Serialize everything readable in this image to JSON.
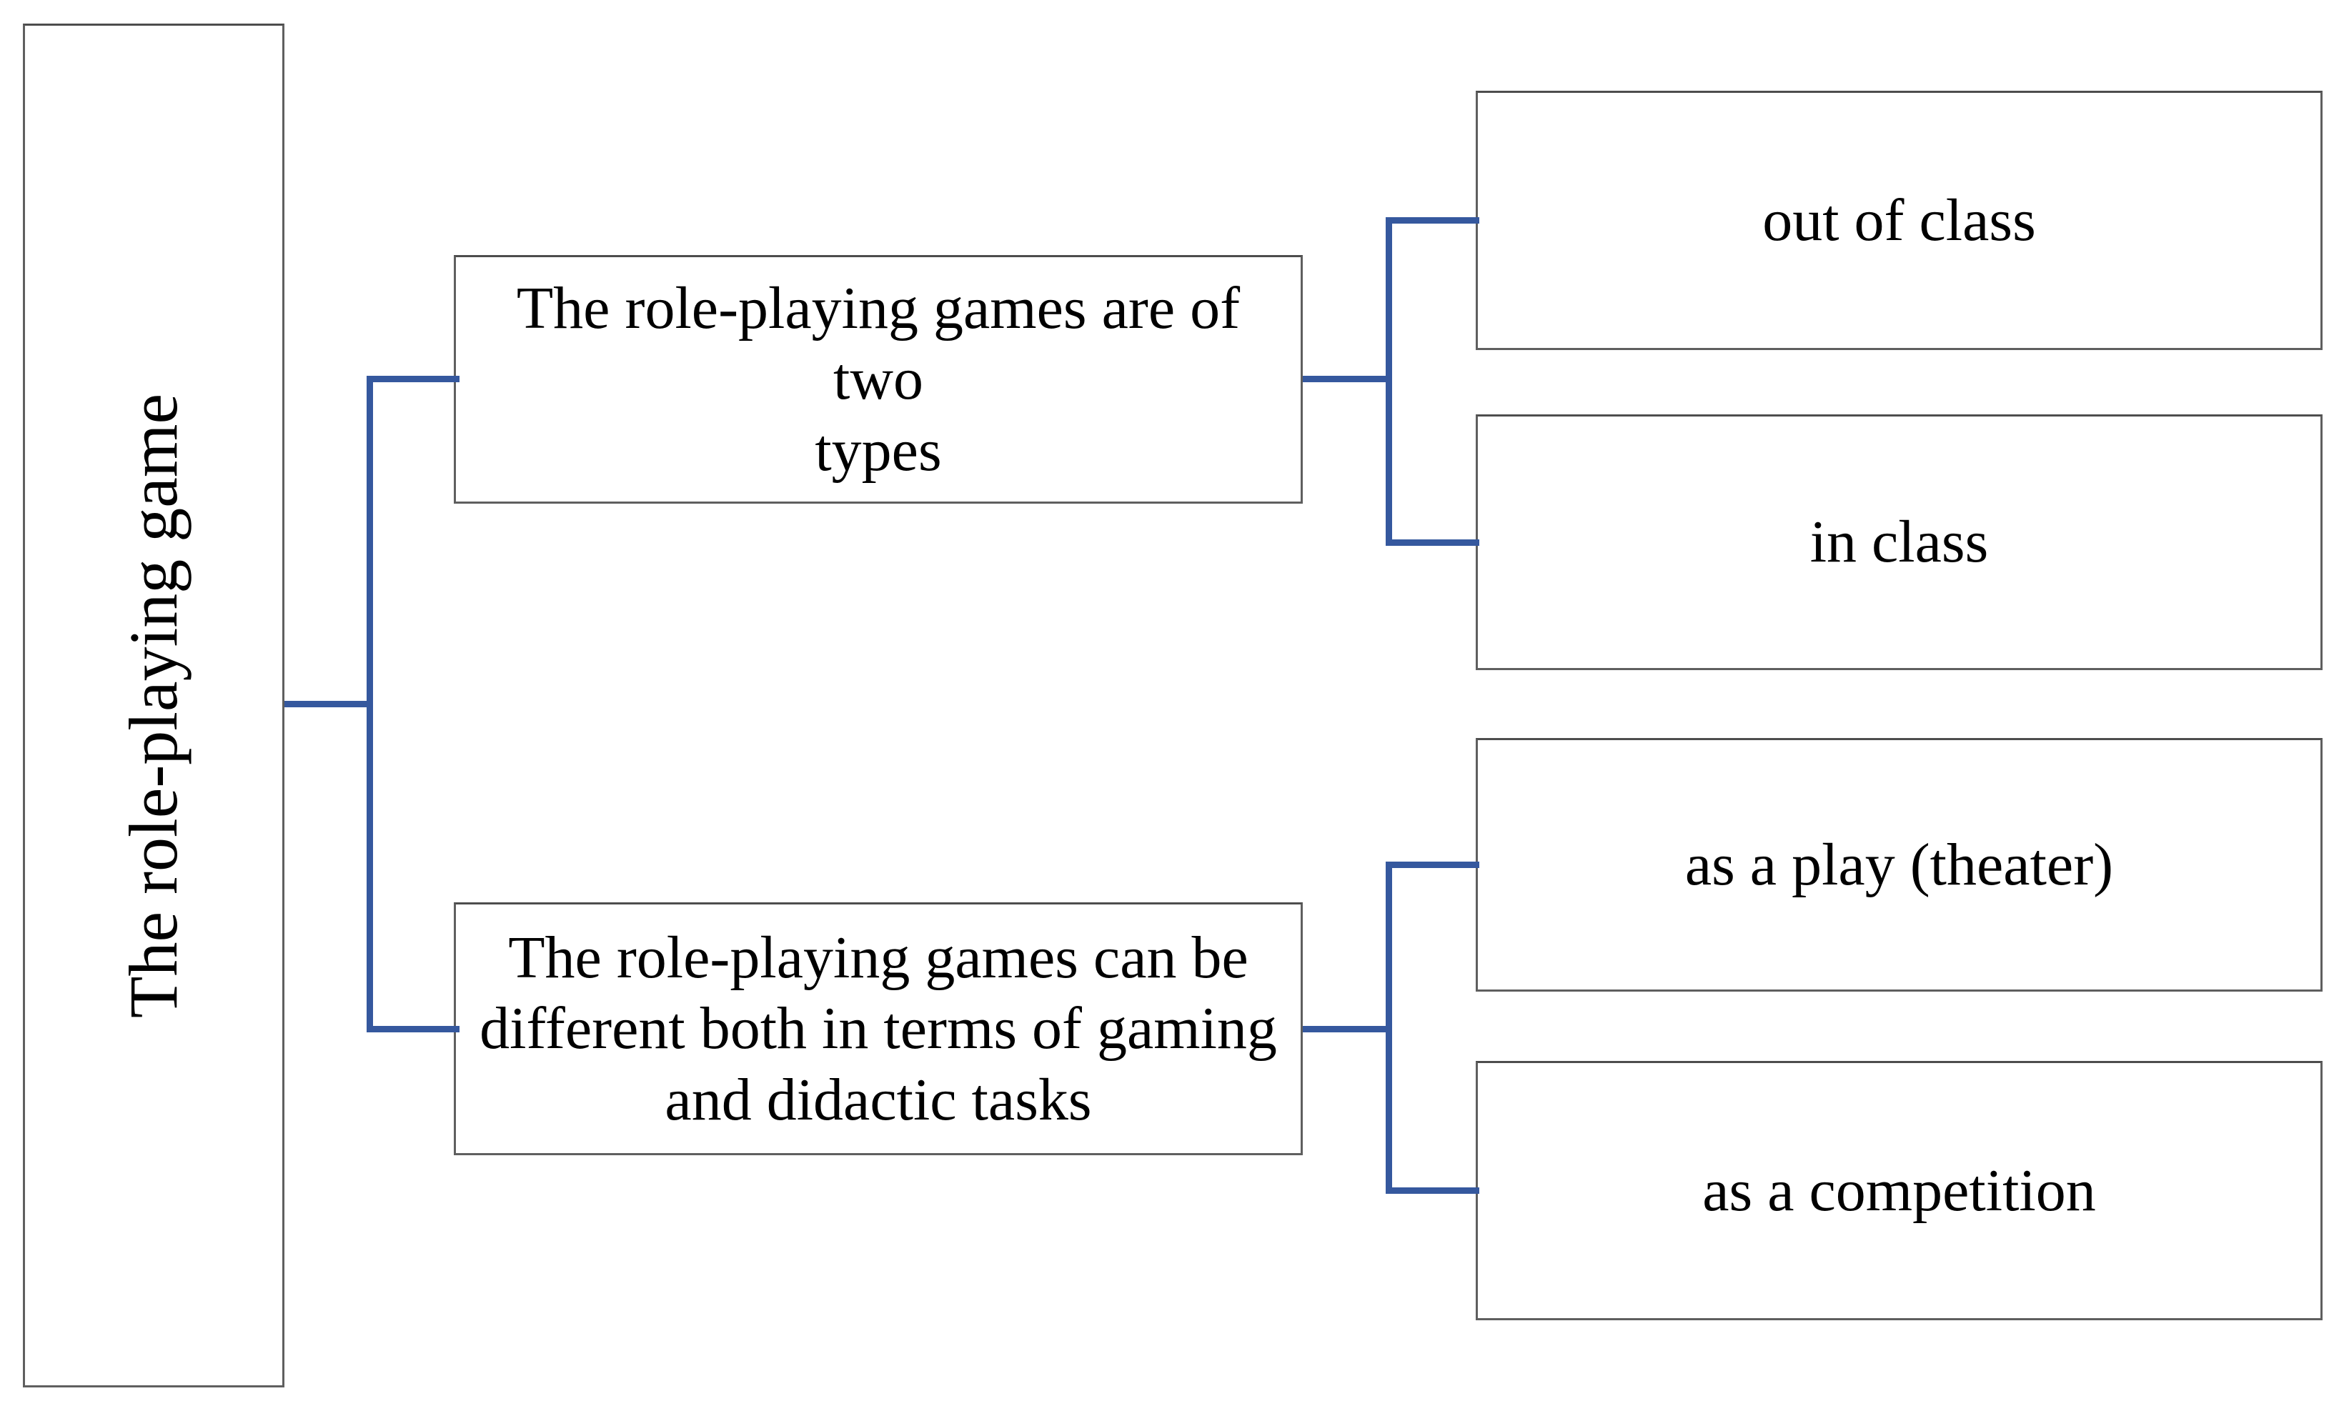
{
  "diagram": {
    "title": "Role-playing game classification diagram",
    "colors": {
      "connector_blue": "#35589E",
      "box_border_gray": "#5f5f5f",
      "text_black": "#000000",
      "background": "#ffffff"
    },
    "root": {
      "label": "The role-playing game"
    },
    "branches": [
      {
        "label": "The role-playing games are of two types",
        "lines": [
          "The role-playing games are of two",
          "types"
        ],
        "children": [
          {
            "label": "out of class"
          },
          {
            "label": "in class"
          }
        ]
      },
      {
        "label": "The role-playing games can be different both in terms of gaming and didactic tasks",
        "lines": [
          "The role-playing games can be",
          "different both in terms of gaming",
          "and didactic tasks"
        ],
        "children": [
          {
            "label": "as a play (theater)"
          },
          {
            "label": "as a competition"
          }
        ]
      }
    ]
  }
}
